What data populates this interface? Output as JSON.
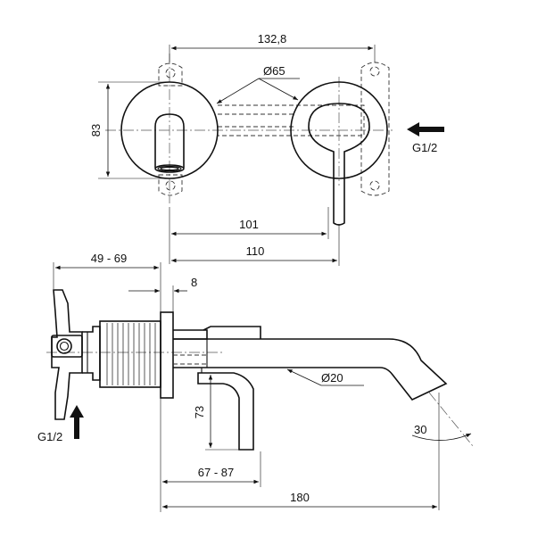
{
  "plan_view": {
    "dim_width": "132,8",
    "dim_height": "83",
    "dim_diameter": "Ø65",
    "inlet_label": "G1/2",
    "dim_spout_101": "101",
    "dim_spout_110": "110"
  },
  "side_view": {
    "dim_depth_range": "49 - 69",
    "dim_plate": "8",
    "dim_pipe": "Ø20",
    "dim_handle_height": "73",
    "inlet_label": "G1/2",
    "dim_handle_reach": "67 - 87",
    "dim_total_reach": "180",
    "dim_angle": "30"
  }
}
